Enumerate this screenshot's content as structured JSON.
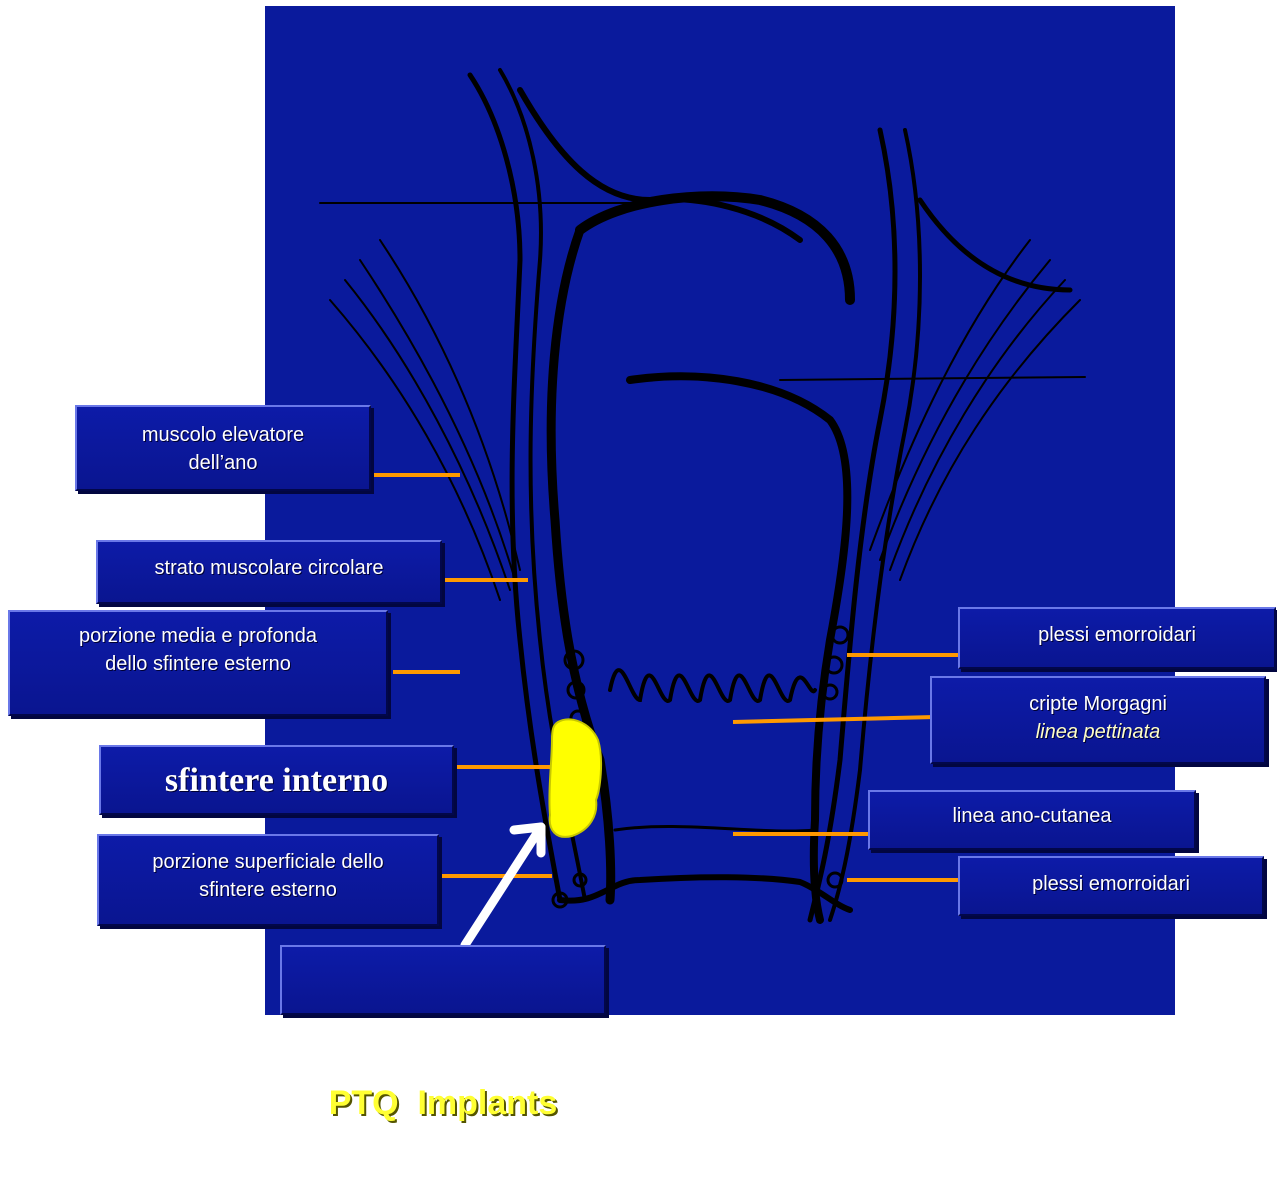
{
  "colors": {
    "background": "#0a1a9c",
    "leader_line": "#ff9900",
    "implant": "#ffff00",
    "arrow": "#ffffff",
    "ptq_text": "#ffff33"
  },
  "labels_left": [
    {
      "id": "levator",
      "lines": [
        "muscolo elevatore",
        "dell’ano"
      ]
    },
    {
      "id": "circular",
      "lines": [
        "strato muscolare circolare"
      ]
    },
    {
      "id": "ext-deep",
      "lines": [
        "porzione media e profonda",
        "dello sfintere esterno"
      ]
    },
    {
      "id": "internal",
      "lines": [
        "sfintere interno"
      ]
    },
    {
      "id": "ext-superficial",
      "lines": [
        "porzione superficiale dello",
        "sfintere esterno"
      ]
    }
  ],
  "labels_right": [
    {
      "id": "plexus-upper",
      "lines": [
        "plessi emorroidari"
      ]
    },
    {
      "id": "morgagni",
      "lines": [
        "cripte Morgagni"
      ],
      "italic_line": "linea pettinata"
    },
    {
      "id": "anocutaneous",
      "lines": [
        "linea ano-cutanea"
      ]
    },
    {
      "id": "plexus-lower",
      "lines": [
        "plessi emorroidari"
      ]
    }
  ],
  "callout": {
    "text": "PTQ  Implants"
  }
}
